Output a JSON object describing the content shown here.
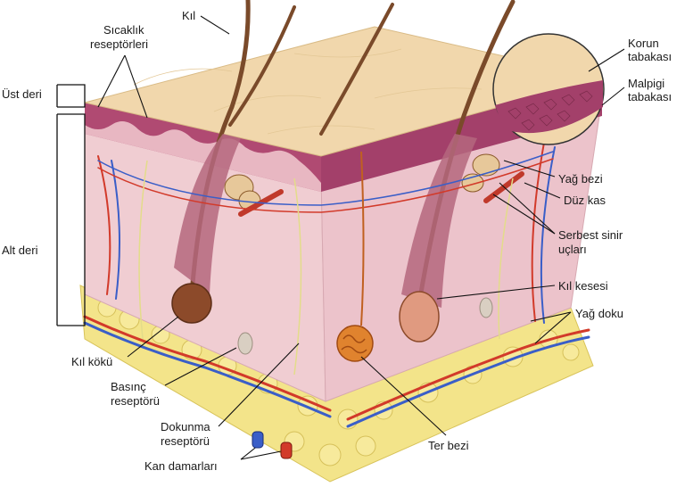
{
  "labels": {
    "kil": "Kıl",
    "sicaklik_1": "Sıcaklık",
    "sicaklik_2": "reseptörleri",
    "ust_deri": "Üst deri",
    "alt_deri": "Alt deri",
    "korun_1": "Korun",
    "korun_2": "tabakası",
    "malpigi_1": "Malpigi",
    "malpigi_2": "tabakası",
    "yag_bezi": "Yağ bezi",
    "duz_kas": "Düz kas",
    "serbest_1": "Serbest sinir",
    "serbest_2": "uçları",
    "kil_kesesi": "Kıl kesesi",
    "yag_doku": "Yağ doku",
    "kil_koku": "Kıl kökü",
    "basinc_1": "Basınç",
    "basinc_2": "reseptörü",
    "dokunma_1": "Dokunma",
    "dokunma_2": "reseptörü",
    "ter_bezi": "Ter bezi",
    "kan_damarlari": "Kan damarları"
  },
  "colors": {
    "epidermis_top": "#f1d7ac",
    "epidermis_layer": "#b04a72",
    "dermis": "#f0cdd2",
    "dermis_side": "#ecc3cb",
    "fat": "#f3e48a",
    "hair": "#7a4a2a",
    "artery": "#d23a2a",
    "vein": "#3a5ec8",
    "nerve": "#e9e39a",
    "gland": "#e0832e"
  }
}
